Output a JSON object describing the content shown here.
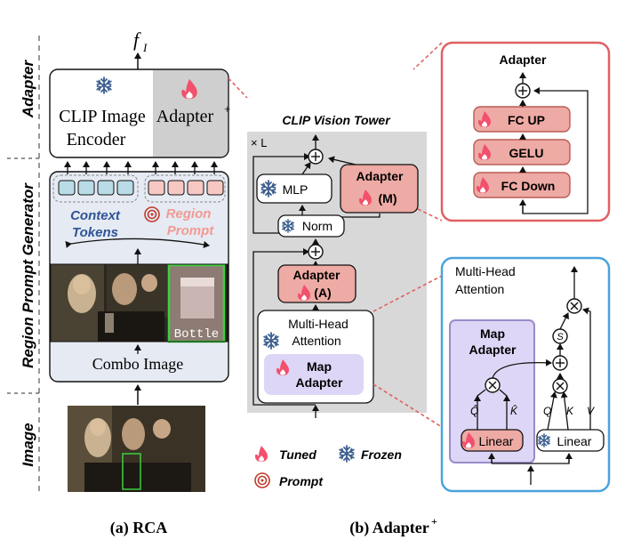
{
  "left": {
    "side_labels": {
      "adapter": "Adapter",
      "rpg": "Region Prompt Generator",
      "image": "Image"
    },
    "output_symbol": "f",
    "output_sub": "I",
    "clip_encoder_line1": "CLIP Image",
    "clip_encoder_line2": "Encoder",
    "adapter_plus": "Adapter",
    "context_tokens_line1": "Context",
    "context_tokens_line2": "Tokens",
    "region_prompt_line1": "Region",
    "region_prompt_line2": "Prompt",
    "bottle_label": "Bottle",
    "combo_image": "Combo Image",
    "caption": "(a) RCA"
  },
  "middle": {
    "title": "CLIP Vision Tower",
    "times_l": "× L",
    "mlp": "MLP",
    "adapter_m_line1": "Adapter",
    "adapter_m_line2": "(M)",
    "norm": "Norm",
    "adapter_a_line1": "Adapter",
    "adapter_a_line2": "(A)",
    "mha_line1": "Multi-Head",
    "mha_line2": "Attention",
    "map_adapter_line1": "Map",
    "map_adapter_line2": "Adapter",
    "legend_tuned": "Tuned",
    "legend_frozen": "Frozen",
    "legend_prompt": "Prompt",
    "caption": "(b) Adapter"
  },
  "right_top": {
    "title": "Adapter",
    "fc_up": "FC UP",
    "gelu": "GELU",
    "fc_down": "FC Down"
  },
  "right_bottom": {
    "title_line1": "Multi-Head",
    "title_line2": "Attention",
    "map_adapter_line1": "Map",
    "map_adapter_line2": "Adapter",
    "linear_left": "Linear",
    "linear_right": "Linear",
    "q_hat": "Q̂",
    "k_hat": "K̂",
    "q": "Q",
    "k": "K",
    "v": "V",
    "s": "S"
  },
  "colors": {
    "tuned_fill": "#eeaaa4",
    "tuned_stroke": "#b85c55",
    "map_fill": "#ddd6f6",
    "map_stroke": "#9b8bc9",
    "flame": "#f2506c",
    "snow": "#3d5f8f",
    "context_fill": "#b9dce6",
    "region_fill": "#f7c8c3",
    "red_frame": "#e06063",
    "blue_frame": "#4aa3dd",
    "tower_bg": "#d8d8d8",
    "left_panel_bg": "#e6eaf3",
    "context_text": "#2f5496",
    "region_text": "#f19a93"
  }
}
